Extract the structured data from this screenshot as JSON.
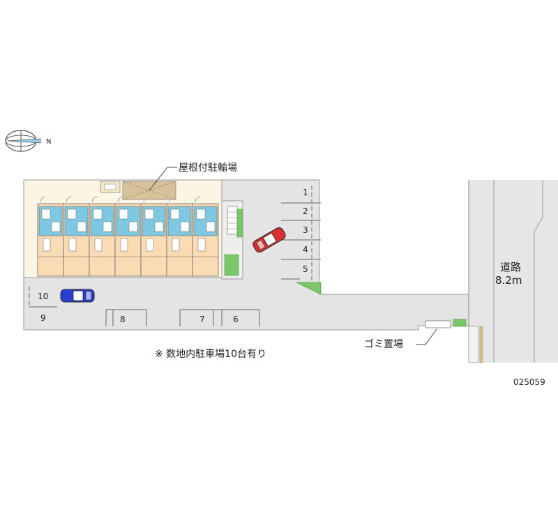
{
  "compass": {
    "north_mark": "N",
    "icon": "north-arrow-compass-icon"
  },
  "labels": {
    "bicycle_parking": "屋根付駐輪場",
    "road_name": "道路",
    "road_width": "8.2m",
    "garbage_area": "ゴミ置場",
    "note": "※ 数地内駐車場10台有り",
    "property_code": "025059"
  },
  "parking_spaces": [
    "1",
    "2",
    "3",
    "4",
    "5",
    "6",
    "7",
    "8",
    "9",
    "10"
  ],
  "vehicles": [
    {
      "name": "red-car-icon",
      "color": "#d83030"
    },
    {
      "name": "blue-car-icon",
      "color": "#2a3fd0"
    }
  ],
  "colors": {
    "lot": "#e4e4e4",
    "road": "#e4e4e4",
    "unit_floor": "#fadcb4",
    "wet_area": "#7fc8e4",
    "bike_shelter": "#d8c29a",
    "planting": "#7cc66a"
  }
}
